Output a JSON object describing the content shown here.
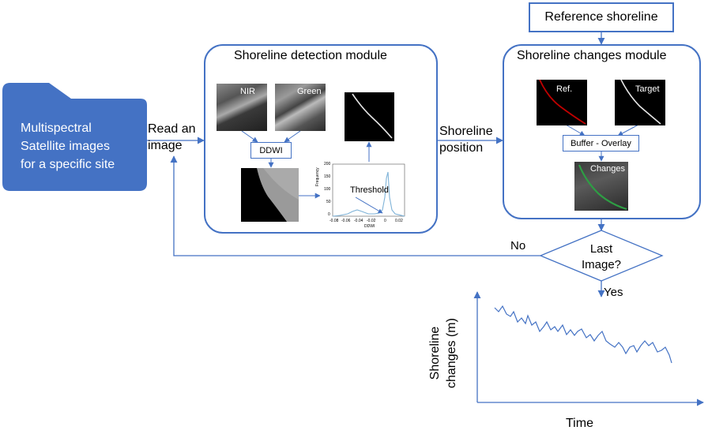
{
  "input_folder": {
    "lines": [
      "Multispectral",
      "Satellite images",
      "for a specific site"
    ],
    "color": "#4472c4"
  },
  "read_image_label": {
    "lines": [
      "Read an",
      "image"
    ]
  },
  "detection_module": {
    "title": "Shoreline detection module",
    "nir_label": "NIR",
    "green_label": "Green",
    "ddwi_label": "DDWI",
    "threshold_label": "Threshold",
    "histogram": {
      "ylabel": "Frequency",
      "xlabel": "DDWI",
      "xticks": [
        "-0.08",
        "-0.06",
        "-0.04",
        "-0.02",
        "0",
        "0.02"
      ],
      "yticks": [
        "200",
        "150",
        "100",
        "50",
        "0"
      ]
    }
  },
  "shoreline_position_label": {
    "lines": [
      "Shoreline",
      "position"
    ]
  },
  "reference_shoreline": {
    "label": "Reference shoreline"
  },
  "changes_module": {
    "title": "Shoreline changes module",
    "ref_label": "Ref.",
    "target_label": "Target",
    "buffer_label": "Buffer - Overlay",
    "changes_label": "Changes"
  },
  "decision": {
    "lines": [
      "Last",
      "Image?"
    ],
    "no_label": "No",
    "yes_label": "Yes"
  },
  "result_chart": {
    "ylabel_lines": [
      "Shoreline",
      "changes (m)"
    ],
    "xlabel": "Time"
  },
  "colors": {
    "accent": "#4472c4",
    "ref_line": "#c00000",
    "changes_line": "#2e9e44"
  }
}
